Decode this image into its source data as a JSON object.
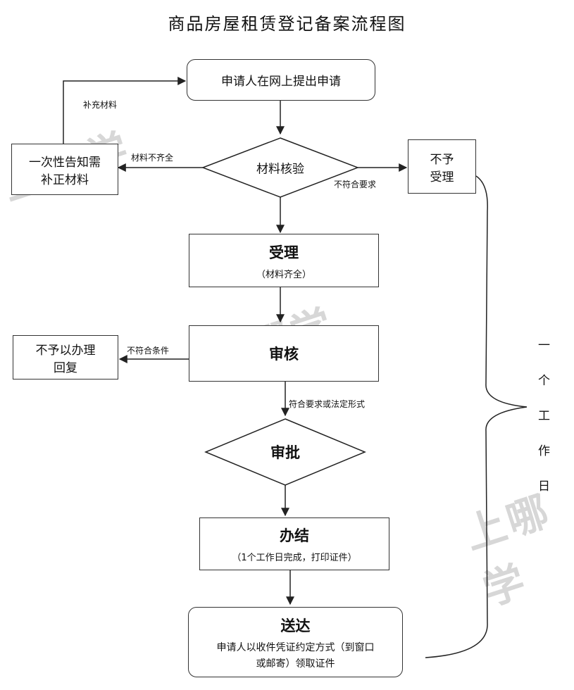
{
  "title": "商品房屋租赁登记备案流程图",
  "nodes": {
    "apply": "申请人在网上提出申请",
    "verify": "材料核验",
    "notify_line1": "一次性告知需",
    "notify_line2": "补正材料",
    "reject_line1": "不予",
    "reject_line2": "受理",
    "accept": "受理",
    "accept_note": "（材料齐全）",
    "review": "审核",
    "refuse_line1": "不予以办理",
    "refuse_line2": "回复",
    "approve": "审批",
    "complete": "办结",
    "complete_note": "（1个工作日完成，打印证件）",
    "deliver": "送达",
    "deliver_line1": "申请人以收件凭证约定方式（到窗口",
    "deliver_line2": "或邮寄）领取证件"
  },
  "edge_labels": {
    "supplement": "补充材料",
    "incomplete": "材料不齐全",
    "not_meet": "不符合要求",
    "not_meet_cond": "不符合条件",
    "meet": "符合要求或法定形式"
  },
  "brace_chars": [
    "一",
    "个",
    "工",
    "作",
    "日"
  ],
  "watermark": "上哪学"
}
